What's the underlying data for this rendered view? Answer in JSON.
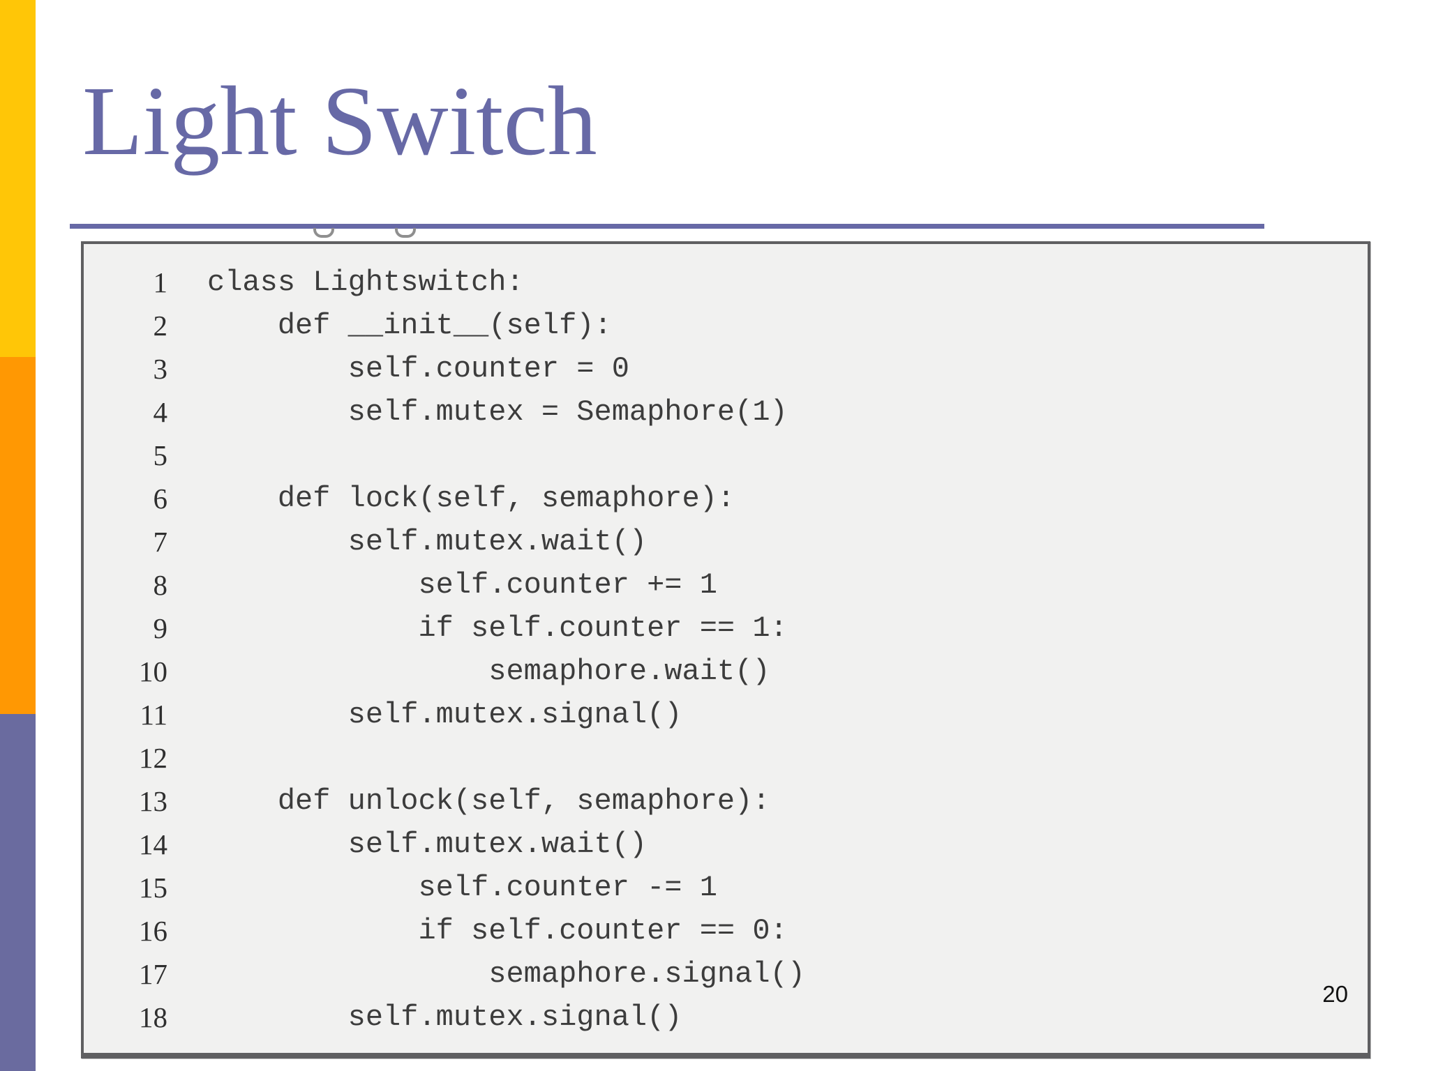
{
  "slide": {
    "title": "Light Switch",
    "page_number": "20",
    "colors": {
      "bar_top": "#ffc607",
      "bar_middle": "#ff9803",
      "bar_bottom": "#6a6b9f",
      "title": "#6769a6",
      "rule": "#6769a6",
      "code_box_bg": "#f1f1f0",
      "code_box_border": "#5f5f61",
      "code_text": "#3c3c3c",
      "line_number": "#2f2f2f",
      "page_number": "#111111"
    },
    "code_listing": {
      "lines": [
        {
          "n": "1",
          "code": "class Lightswitch:"
        },
        {
          "n": "2",
          "code": "    def __init__(self):"
        },
        {
          "n": "3",
          "code": "        self.counter = 0"
        },
        {
          "n": "4",
          "code": "        self.mutex = Semaphore(1)"
        },
        {
          "n": "5",
          "code": ""
        },
        {
          "n": "6",
          "code": "    def lock(self, semaphore):"
        },
        {
          "n": "7",
          "code": "        self.mutex.wait()"
        },
        {
          "n": "8",
          "code": "            self.counter += 1"
        },
        {
          "n": "9",
          "code": "            if self.counter == 1:"
        },
        {
          "n": "10",
          "code": "                semaphore.wait()"
        },
        {
          "n": "11",
          "code": "        self.mutex.signal()"
        },
        {
          "n": "12",
          "code": ""
        },
        {
          "n": "13",
          "code": "    def unlock(self, semaphore):"
        },
        {
          "n": "14",
          "code": "        self.mutex.wait()"
        },
        {
          "n": "15",
          "code": "            self.counter -= 1"
        },
        {
          "n": "16",
          "code": "            if self.counter == 0:"
        },
        {
          "n": "17",
          "code": "                semaphore.signal()"
        },
        {
          "n": "18",
          "code": "        self.mutex.signal()"
        }
      ]
    }
  }
}
